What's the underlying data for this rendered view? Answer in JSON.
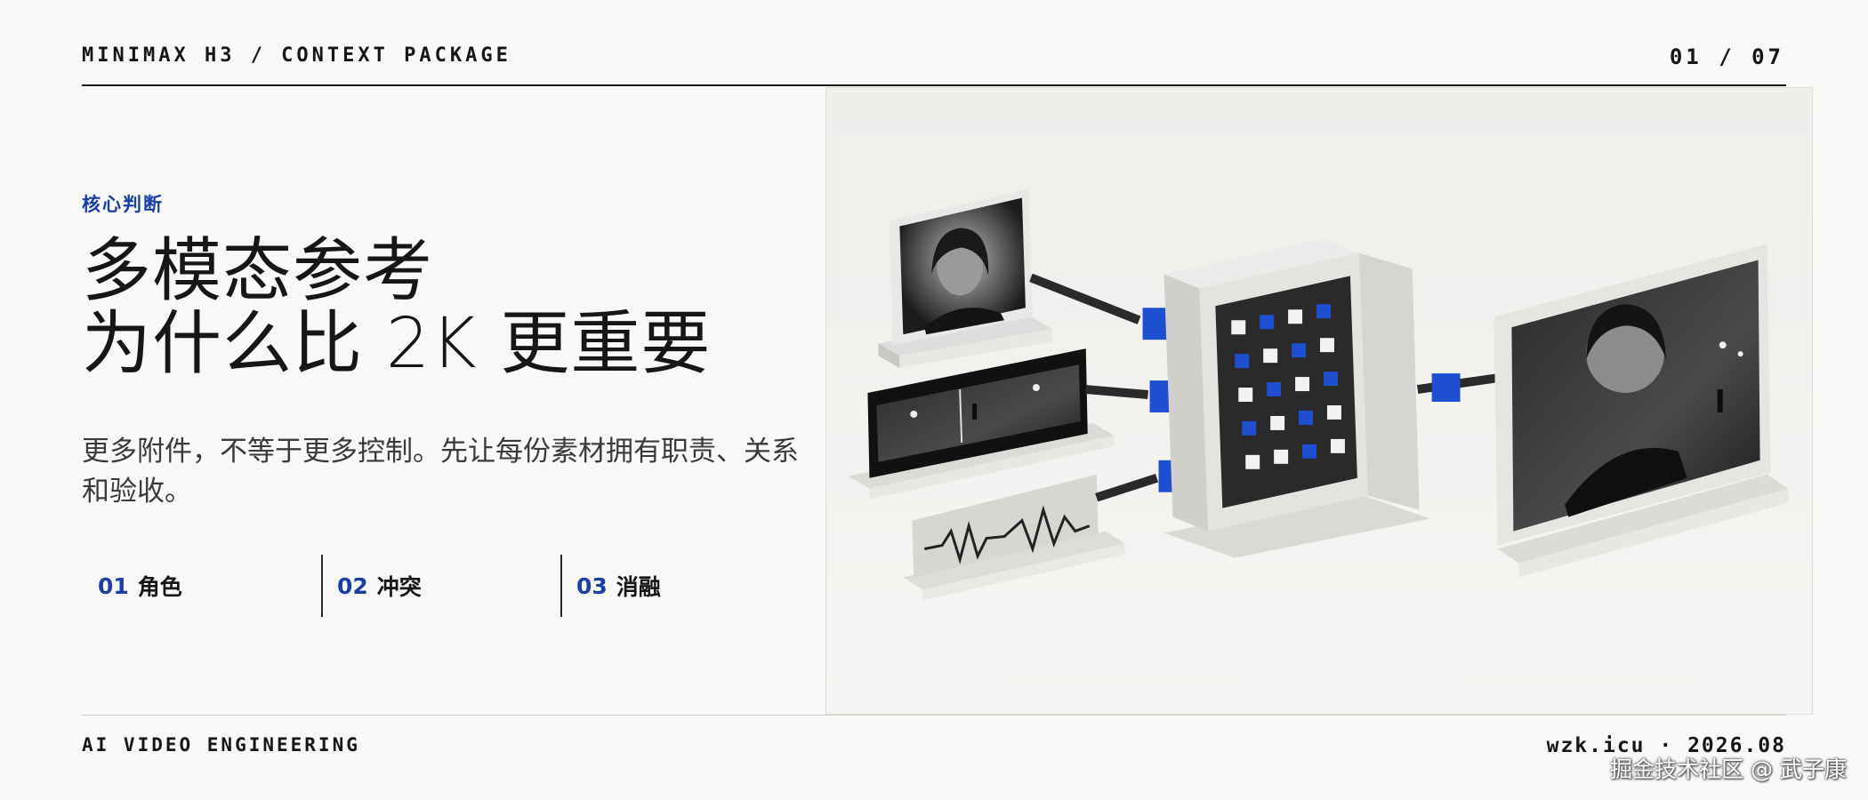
{
  "header": {
    "title": "MINIMAX H3 / CONTEXT PACKAGE",
    "page_indicator": "01 / 07"
  },
  "content": {
    "eyebrow": "核心判断",
    "headline_line1": "多模态参考",
    "headline_line2": "为什么比 2K 更重要",
    "lead": "更多附件，不等于更多控制。先让每份素材拥有职责、关系和验收。",
    "steps": [
      {
        "num": "01",
        "label": "角色"
      },
      {
        "num": "02",
        "label": "冲突"
      },
      {
        "num": "03",
        "label": "消融"
      }
    ]
  },
  "illustration": {
    "description_icon": "multimodal-context-assembly-illustration",
    "inputs": [
      "portrait-image",
      "film-strip",
      "audio-waveform"
    ],
    "output": "rendered-video-frame"
  },
  "footer": {
    "left": "AI VIDEO ENGINEERING",
    "right": "wzk.icu · 2026.08"
  },
  "watermark": "掘金技术社区 @ 武子康",
  "colors": {
    "accent": "#1d3fa3",
    "text": "#161616",
    "background": "#f8f8f6",
    "module_blue": "#1f4fd1"
  }
}
